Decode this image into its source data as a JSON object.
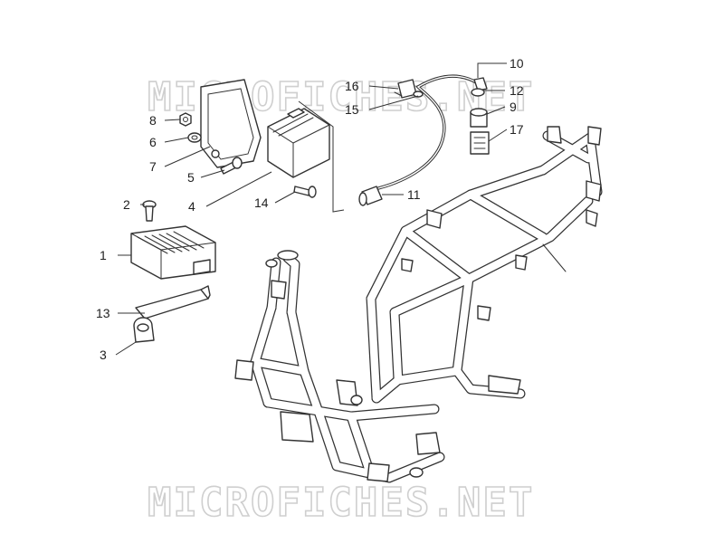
{
  "watermark": {
    "top": "MICROFICHES.NET",
    "bottom": "MICROFICHES.NET"
  },
  "callouts": [
    {
      "id": "1",
      "label": "1"
    },
    {
      "id": "2",
      "label": "2"
    },
    {
      "id": "3",
      "label": "3"
    },
    {
      "id": "4",
      "label": "4"
    },
    {
      "id": "5",
      "label": "5"
    },
    {
      "id": "6",
      "label": "6"
    },
    {
      "id": "7",
      "label": "7"
    },
    {
      "id": "8",
      "label": "8"
    },
    {
      "id": "9",
      "label": "9"
    },
    {
      "id": "10",
      "label": "10"
    },
    {
      "id": "11",
      "label": "11"
    },
    {
      "id": "12",
      "label": "12"
    },
    {
      "id": "13",
      "label": "13"
    },
    {
      "id": "14",
      "label": "14"
    },
    {
      "id": "15",
      "label": "15"
    },
    {
      "id": "16",
      "label": "16"
    },
    {
      "id": "17",
      "label": "17"
    }
  ],
  "colors": {
    "line": "#333333",
    "watermark": "#cfcfcf",
    "background": "#ffffff"
  }
}
